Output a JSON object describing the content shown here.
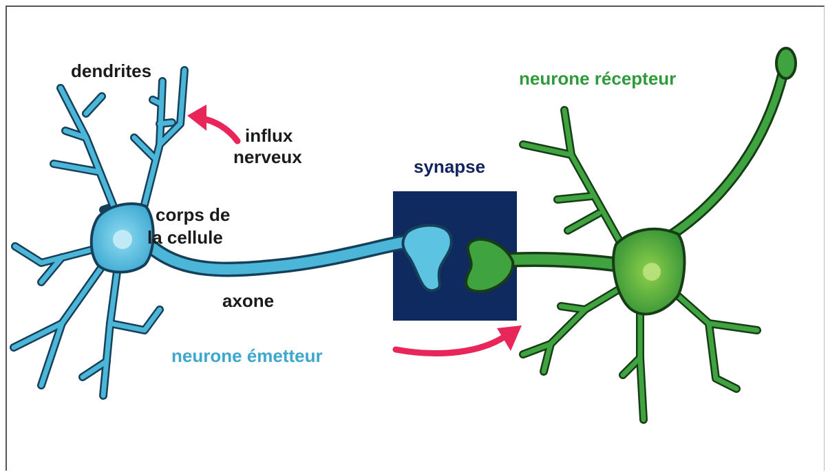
{
  "labels": {
    "dendrites": "dendrites",
    "influx_line1": "influx",
    "influx_line2": "nerveux",
    "corps_line1": "corps de",
    "corps_line2": "la cellule",
    "axone": "axone",
    "synapse": "synapse",
    "neurone_emetteur": "neurone émetteur",
    "neurone_recepteur": "neurone récepteur"
  },
  "colors": {
    "emitter_neuron": "#4cb6d8",
    "emitter_outline": "#16405a",
    "receiver_neuron": "#3fa33f",
    "receiver_outline": "#173d17",
    "synapse_box": "#0f2a5e",
    "arrow": "#e8265a",
    "emitter_label": "#3ea7cd",
    "receiver_label": "#2f9a3b",
    "synapse_label": "#13245e"
  }
}
